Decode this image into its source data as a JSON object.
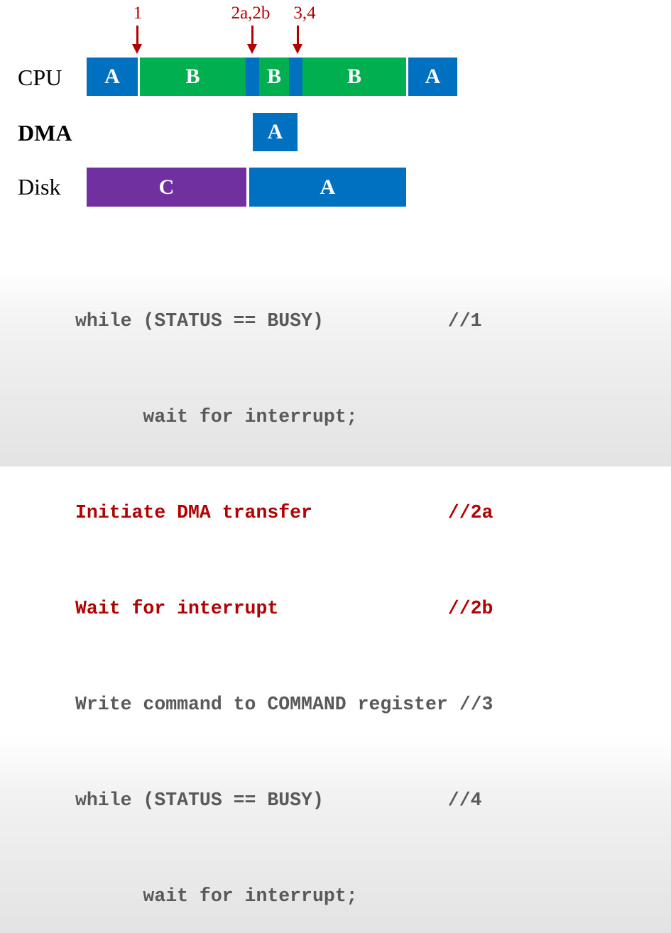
{
  "markers": [
    {
      "label": "1"
    },
    {
      "label": "2a,2b"
    },
    {
      "label": "3,4"
    }
  ],
  "rows": {
    "cpu": {
      "label": "CPU"
    },
    "dma": {
      "label": "DMA"
    },
    "disk": {
      "label": "Disk"
    }
  },
  "segments": {
    "cpu": [
      {
        "label": "A",
        "color": "#0070c0"
      },
      {
        "label": "B",
        "color": "#00b050"
      },
      {
        "label": "",
        "color": "#0070c0"
      },
      {
        "label": "B",
        "color": "#00b050"
      },
      {
        "label": "",
        "color": "#0070c0"
      },
      {
        "label": "B",
        "color": "#00b050"
      },
      {
        "label": "A",
        "color": "#0070c0"
      }
    ],
    "dma": [
      {
        "label": "A",
        "color": "#0070c0"
      }
    ],
    "disk": [
      {
        "label": "C",
        "color": "#7030a0"
      },
      {
        "label": "A",
        "color": "#0070c0"
      }
    ]
  },
  "code": {
    "lines": [
      {
        "text": "while (STATUS == BUSY)           //1",
        "color": "#595959"
      },
      {
        "text": "      wait for interrupt;",
        "color": "#595959"
      },
      {
        "text": "Initiate DMA transfer            //2a",
        "color": "#b00000"
      },
      {
        "text": "Wait for interrupt               //2b",
        "color": "#b00000"
      },
      {
        "text": "Write command to COMMAND register //3",
        "color": "#595959"
      },
      {
        "text": "while (STATUS == BUSY)           //4",
        "color": "#595959"
      },
      {
        "text": "      wait for interrupt;",
        "color": "#595959"
      }
    ]
  },
  "colors": {
    "process_a": "#0070c0",
    "process_b": "#00b050",
    "process_c": "#7030a0",
    "marker": "#b00000",
    "code_normal": "#595959",
    "code_highlight": "#b00000"
  }
}
